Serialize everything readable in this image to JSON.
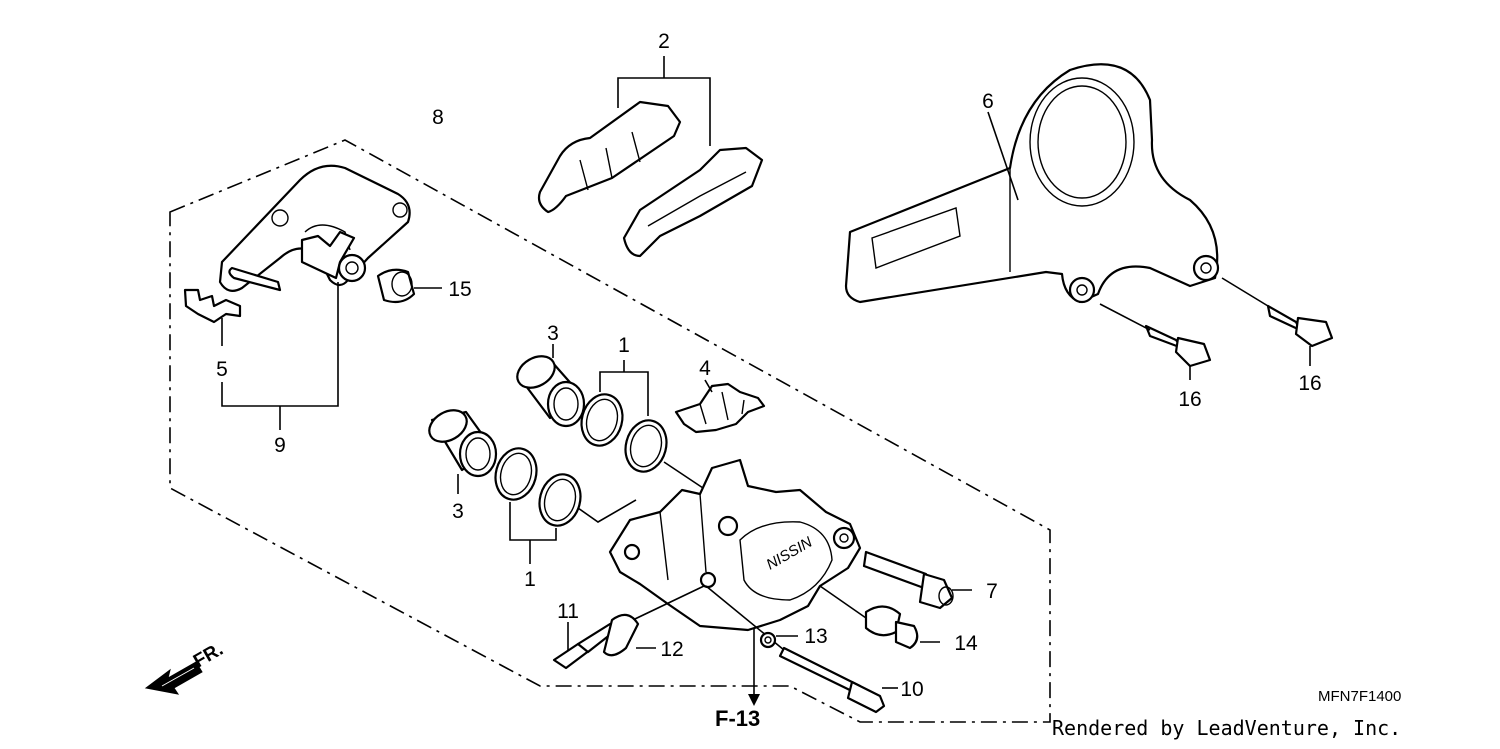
{
  "diagram": {
    "callouts": {
      "c1a": "1",
      "c1b": "1",
      "c2": "2",
      "c3a": "3",
      "c3b": "3",
      "c4": "4",
      "c5": "5",
      "c6": "6",
      "c7": "7",
      "c8": "8",
      "c9": "9",
      "c10": "10",
      "c11": "11",
      "c12": "12",
      "c13": "13",
      "c14": "14",
      "c15": "15",
      "c16a": "16",
      "c16b": "16"
    },
    "reference_label": "F-13",
    "front_label": "FR.",
    "diagram_code": "MFN7F1400",
    "credit": "Rendered by LeadVenture, Inc."
  }
}
